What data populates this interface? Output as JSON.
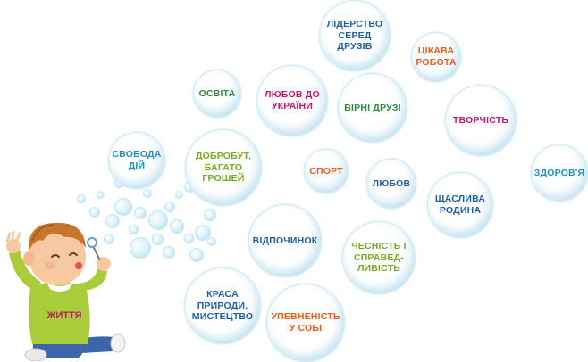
{
  "bubbles": {
    "liderstvo": {
      "label": "ЛІДЕРСТВО\nСЕРЕД\nДРУЗІВ",
      "color": "#1f5fa8"
    },
    "tsikava": {
      "label": "ЦІКАВА\nРОБОТА",
      "color": "#e85c1e"
    },
    "osvita": {
      "label": "ОСВІТА",
      "color": "#2e8a3c"
    },
    "liubov_ukr": {
      "label": "ЛЮБОВ ДО\nУКРАЇНИ",
      "color": "#c6176f"
    },
    "virni": {
      "label": "ВІРНІ ДРУЗІ",
      "color": "#2e8a3c"
    },
    "tvorchist": {
      "label": "ТВОРЧІСТЬ",
      "color": "#c6176f"
    },
    "svoboda": {
      "label": "СВОБОДА\nДІЙ",
      "color": "#1f8fc2"
    },
    "dobrobut": {
      "label": "ДОБРОБУТ,\nБАГАТО\nГРОШЕЙ",
      "color": "#7aa822"
    },
    "sport": {
      "label": "СПОРТ",
      "color": "#e85c1e"
    },
    "liubov": {
      "label": "ЛЮБОВ",
      "color": "#1f5fa8"
    },
    "zdorovia": {
      "label": "ЗДОРОВ'Я",
      "color": "#1f8fc2"
    },
    "shchaslyva": {
      "label": "ЩАСЛИВА\nРОДИНА",
      "color": "#1f5fa8"
    },
    "vidpochynok": {
      "label": "ВІДПОЧИНОК",
      "color": "#1f5fa8"
    },
    "chesnist": {
      "label": "ЧЕСНІСТЬ І\nСПРАВЕД-\nЛИВІСТЬ",
      "color": "#7aa822"
    },
    "krasa": {
      "label": "КРАСА\nПРИРОДИ,\nМИСТЕЦТВО",
      "color": "#1f5fa8"
    },
    "vpevnenist": {
      "label": "УПЕВНЕНІСТЬ\nУ СОБІ",
      "color": "#e85c1e"
    }
  },
  "child": {
    "shirt_label": "ЖИТТЯ",
    "shirt_label_color": "#c6176f"
  },
  "colors": {
    "shirt": "#a8cc3a",
    "hair": "#c9762a",
    "skin": "#f7c9a0",
    "pants": "#3b67a8"
  }
}
